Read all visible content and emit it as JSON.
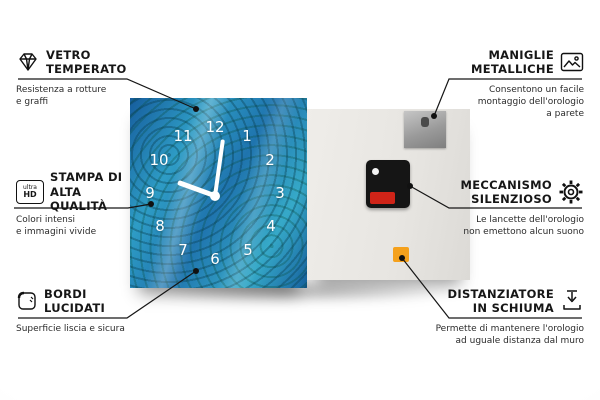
{
  "clock": {
    "numbers": [
      "12",
      "1",
      "2",
      "3",
      "4",
      "5",
      "6",
      "7",
      "8",
      "9",
      "10",
      "11"
    ]
  },
  "badges": {
    "ultra_hd": {
      "top": "ultra",
      "bottom": "HD"
    }
  },
  "callouts": {
    "left": [
      {
        "title": "VETRO\nTEMPERATO",
        "description": "Resistenza a rotture\ne graffi",
        "icon": "diamond-icon"
      },
      {
        "title": "STAMPA DI\nALTA QUALITÀ",
        "description": "Colori intensi\ne immagini vivide",
        "icon": "ultra-hd-icon"
      },
      {
        "title": "BORDI\nLUCIDATI",
        "description": "Superficie liscia e sicura",
        "icon": "polished-edge-icon"
      }
    ],
    "right": [
      {
        "title": "MANIGLIE\nMETALLICHE",
        "description": "Consentono un facile\nmontaggio dell'orologio\na parete",
        "icon": "picture-frame-icon"
      },
      {
        "title": "MECCANISMO\nSILENZIOSO",
        "description": "Le lancette dell'orologio\nnon emettono alcun suono",
        "icon": "gear-icon"
      },
      {
        "title": "DISTANZIATORE\nIN SCHIUMA",
        "description": "Permette di mantenere l'orologio\nad uguale distanza dal muro",
        "icon": "spacer-icon"
      }
    ]
  },
  "colors": {
    "panel_blue": "#2a84b5",
    "panel_back": "#e9e7e3",
    "foam_orange": "#f5a11c",
    "battery_red": "#cf2418",
    "line": "#161616"
  }
}
